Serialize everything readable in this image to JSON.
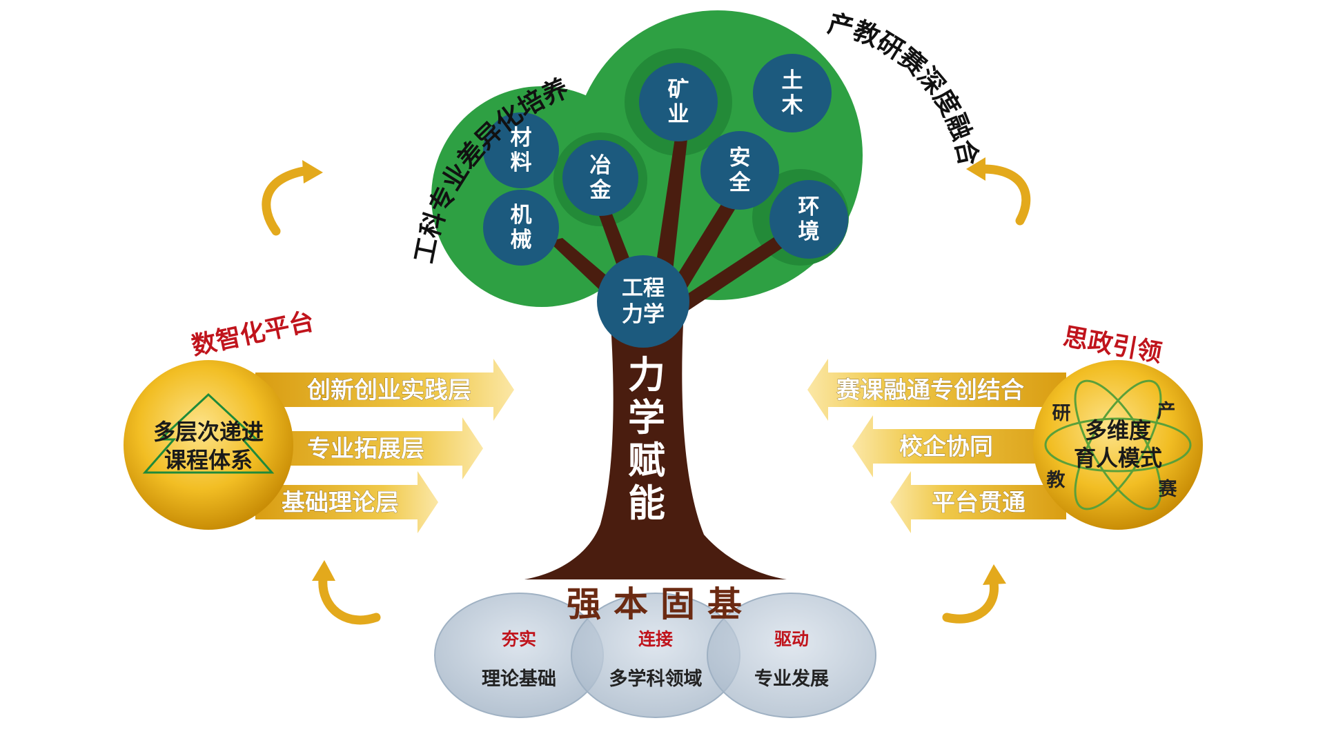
{
  "crown_labels": {
    "left_arc": "工科专业差异化培养",
    "right_arc": "产教研赛深度融合"
  },
  "discipline_nodes": [
    {
      "id": "materials",
      "line1": "材",
      "line2": "料"
    },
    {
      "id": "metallurgy",
      "line1": "冶",
      "line2": "金"
    },
    {
      "id": "mechanical",
      "line1": "机",
      "line2": "械"
    },
    {
      "id": "mining",
      "line1": "矿",
      "line2": "业"
    },
    {
      "id": "civil",
      "line1": "土",
      "line2": "木"
    },
    {
      "id": "safety",
      "line1": "安",
      "line2": "全"
    },
    {
      "id": "environment",
      "line1": "环",
      "line2": "境"
    },
    {
      "id": "eng-mech",
      "line1": "工程",
      "line2": "力学"
    }
  ],
  "trunk": {
    "text": [
      "力",
      "学",
      "赋",
      "能"
    ]
  },
  "left_panel": {
    "title": "数智化平台",
    "center_line1": "多层次递进",
    "center_line2": "课程体系",
    "arrows": [
      "创新创业实践层",
      "专业拓展层",
      "基础理论层"
    ]
  },
  "right_panel": {
    "title": "思政引领",
    "center_line1": "多维度",
    "center_line2": "育人模式",
    "corners": [
      "研",
      "产",
      "教",
      "赛"
    ],
    "arrows": [
      "赛课融通专创结合",
      "校企协同",
      "平台贯通"
    ]
  },
  "foundation": {
    "title": "强本固基",
    "circles": [
      {
        "top": "夯实",
        "bottom": "理论基础"
      },
      {
        "top": "连接",
        "bottom": "多学科领域"
      },
      {
        "top": "驱动",
        "bottom": "专业发展"
      }
    ]
  },
  "colors": {
    "crown_green": "#2ea043",
    "crown_dark": "#1e7a2e",
    "node_blue": "#1c5a7e",
    "trunk_brown": "#4a1d0f",
    "gold": "#e9b51c",
    "red": "#c0141c",
    "venn_blue": "#b9c7d6"
  }
}
